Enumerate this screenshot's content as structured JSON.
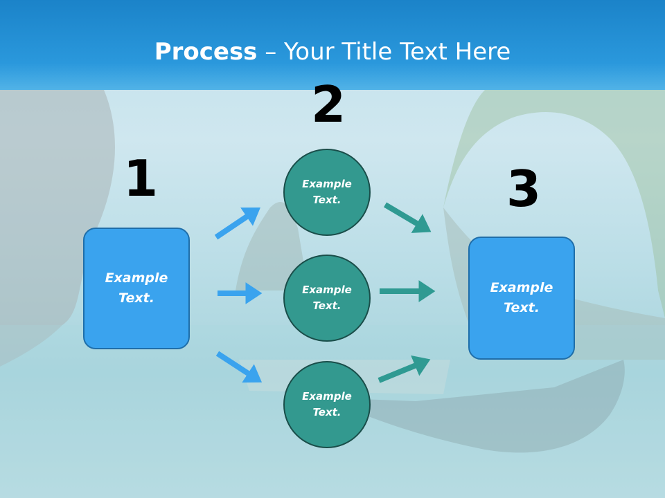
{
  "title": {
    "bold": "Process",
    "rest": " – Your Title Text Here"
  },
  "steps": [
    {
      "number": "1",
      "text": "Example Text."
    },
    {
      "number": "2",
      "circles": [
        "Example Text.",
        "Example Text.",
        "Example Text."
      ]
    },
    {
      "number": "3",
      "text": "Example Text."
    }
  ],
  "colors": {
    "box_fill": "#3aa3ee",
    "circle_fill": "#33998f",
    "arrow_blue": "#3aa3ee",
    "arrow_teal": "#2f9a92",
    "header": "#1b83c9"
  }
}
